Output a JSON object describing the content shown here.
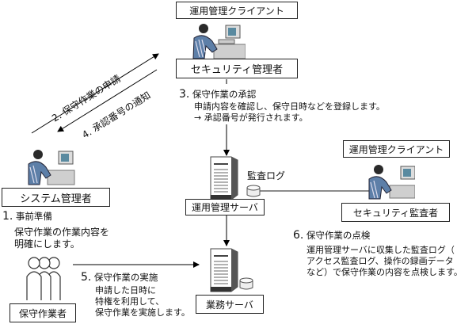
{
  "nodes": {
    "client_top_label": "運用管理クライアント",
    "security_admin": "セキュリティ管理者",
    "system_admin": "システム管理者",
    "ops_server": "運用管理サーバ",
    "audit_log": "監査ログ",
    "client_right_label": "運用管理クライアント",
    "security_auditor": "セキュリティ監査者",
    "maintainers": "保守作業者",
    "business_server": "業務サーバ"
  },
  "steps": {
    "s1": {
      "num": "1.",
      "title": "事前準備",
      "lines": [
        "保守作業の作業内容を",
        "明確にします。"
      ]
    },
    "s2": {
      "label": "2. 保守作業の申請"
    },
    "s3": {
      "num": "3.",
      "title": "保守作業の承認",
      "lines": [
        "申請内容を確認し、保守日時などを登録します。",
        "→ 承認番号が発行されます。"
      ]
    },
    "s4": {
      "label": "4. 承認番号の通知"
    },
    "s5": {
      "num": "5.",
      "title": "保守作業の実施",
      "lines": [
        "申請した日時に",
        "特権を利用して、",
        "保守作業を実施します。"
      ]
    },
    "s6": {
      "num": "6.",
      "title": "保守作業の点検",
      "lines": [
        "運用管理サーバに収集した監査ログ（",
        "アクセス監査ログ、操作の録画データ",
        "など）で保守作業の内容を点検します。"
      ]
    }
  }
}
